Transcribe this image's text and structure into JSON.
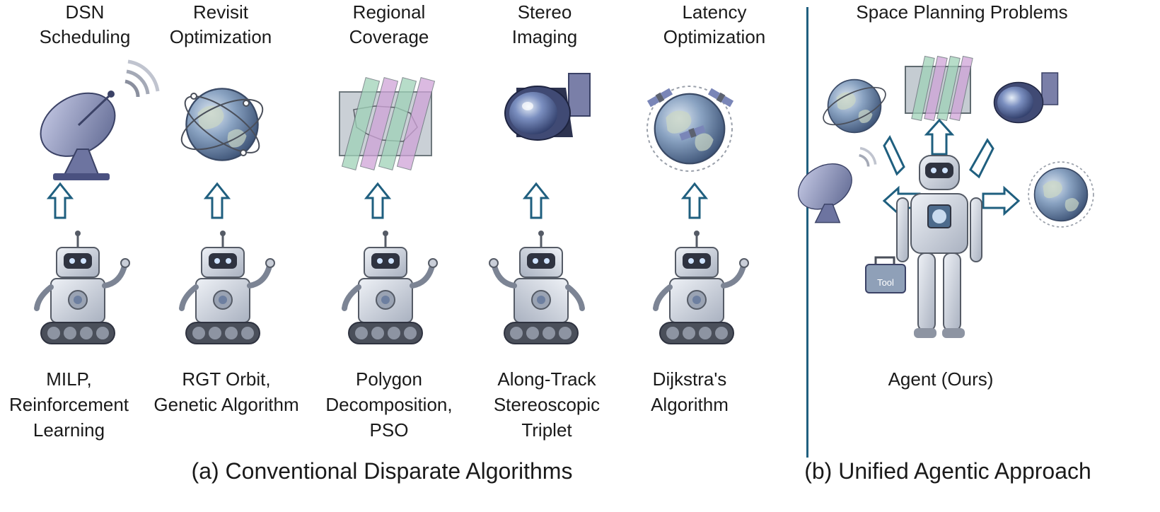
{
  "columns": [
    {
      "title": "DSN\nScheduling",
      "method": "MILP,\nReinforcement\nLearning",
      "icon": "satellite-dish"
    },
    {
      "title": "Revisit\nOptimization",
      "method": "RGT Orbit,\nGenetic Algorithm",
      "icon": "globe-orbits"
    },
    {
      "title": "Regional\nCoverage",
      "method": "Polygon\nDecomposition,\nPSO",
      "icon": "coverage-map"
    },
    {
      "title": "Stereo\nImaging",
      "method": "Along-Track\nStereoscopic\nTriplet",
      "icon": "camera"
    },
    {
      "title": "Latency\nOptimization",
      "method": "Dijkstra's\nAlgorithm",
      "icon": "globe-satellites"
    }
  ],
  "unified": {
    "title": "Space Planning Problems",
    "agent_label": "Agent (Ours)",
    "toolbox_label": "Tool"
  },
  "captions": {
    "left": "(a) Conventional Disparate Algorithms",
    "right": "(b) Unified Agentic Approach"
  },
  "colors": {
    "arrow": "#1f5f7f",
    "divider": "#1f5f7f",
    "robot": "#c9ced8",
    "globe": "#6e86a8"
  }
}
